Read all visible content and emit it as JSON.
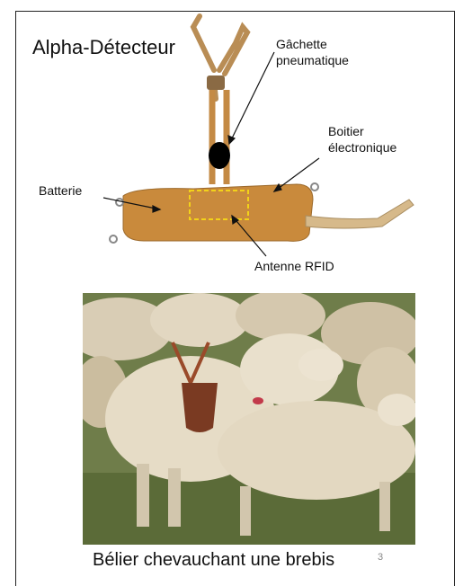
{
  "slide": {
    "title": "Alpha-Détecteur",
    "labels": {
      "gachette": "Gâchette pneumatique",
      "boitier": "Boitier électronique",
      "batterie": "Batterie",
      "antenne": "Antenne RFID"
    },
    "caption": "Bélier chevauchant une brebis",
    "page_number": "3"
  },
  "colors": {
    "harness": "#c98a3c",
    "strap": "#d6b98a",
    "dashed_box": "#f2d21a",
    "trigger": "#000000"
  },
  "icons": {
    "device": "harness-illustration",
    "photo": "sheep-mounting-photo"
  }
}
